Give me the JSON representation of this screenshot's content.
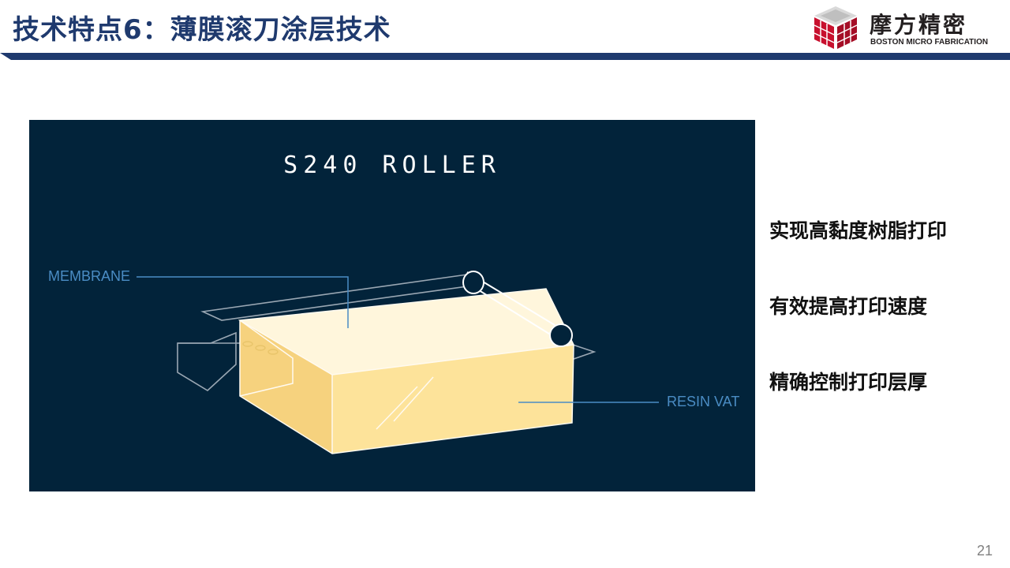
{
  "slide": {
    "title": "技术特点6：薄膜滚刀涂层技术",
    "page_number": "21"
  },
  "logo": {
    "name_cn": "摩方精密",
    "name_en": "BOSTON MICRO FABRICATION"
  },
  "figure": {
    "title": "S240 ROLLER",
    "labels": {
      "membrane": "MEMBRANE",
      "resin_vat": "RESIN VAT"
    }
  },
  "bullets": [
    "实现高黏度树脂打印",
    "有效提高打印速度",
    "精确控制打印层厚"
  ],
  "colors": {
    "title": "#1f3a6e",
    "header_rule": "#1f3a6e",
    "figure_bg": "#02233a",
    "callout": "#4a8cc4",
    "resin": "#fde39a",
    "logo_red": "#c8102e"
  }
}
